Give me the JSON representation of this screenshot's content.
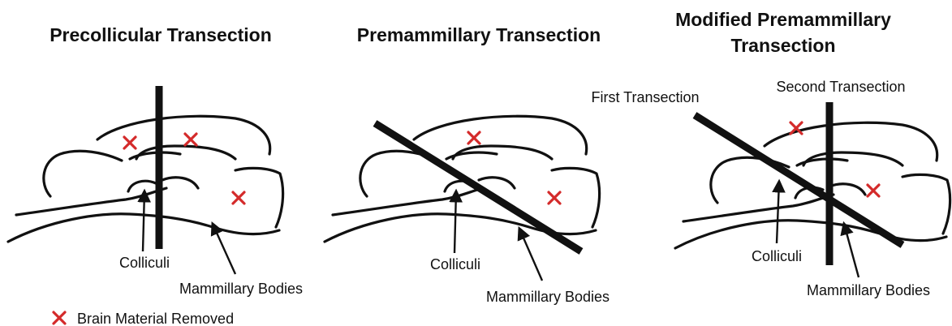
{
  "colors": {
    "removed_mark": "#d42a2a",
    "ink": "#111111"
  },
  "panels": [
    {
      "title_lines": [
        "Precollicular Transection"
      ],
      "labels": {
        "colliculi": "Colliculi",
        "mammillary": "Mammillary Bodies"
      }
    },
    {
      "title_lines": [
        "Premammillary Transection"
      ],
      "labels": {
        "colliculi": "Colliculi",
        "mammillary": "Mammillary Bodies"
      }
    },
    {
      "title_lines": [
        "Modified Premammillary",
        "Transection"
      ],
      "labels": {
        "colliculi": "Colliculi",
        "mammillary": "Mammillary Bodies",
        "first_cut": "First Transection",
        "second_cut": "Second Transection"
      }
    }
  ],
  "legend": {
    "label": "Brain Material Removed",
    "icon": "red-x-icon"
  }
}
